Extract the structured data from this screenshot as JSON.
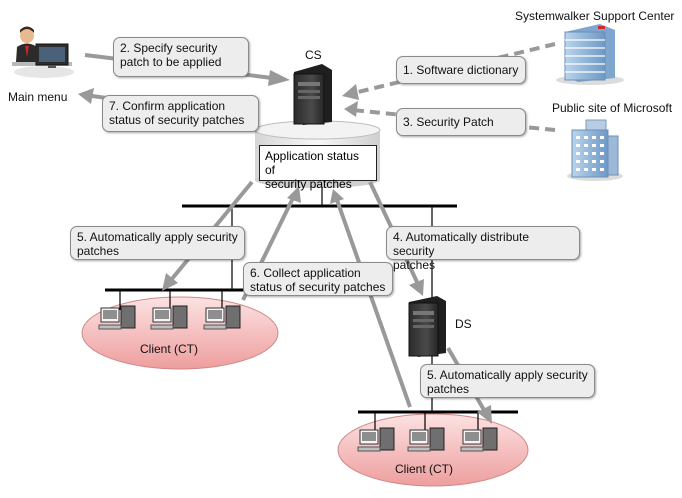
{
  "labels": {
    "systemwalker": "Systemwalker Support Center",
    "microsoft": "Public site of Microsoft",
    "main_menu": "Main menu",
    "cs": "CS",
    "ds": "DS",
    "client_left": "Client (CT)",
    "client_right": "Client (CT)"
  },
  "status_db": {
    "line1": "Application status of",
    "line2": "security patches"
  },
  "steps": {
    "step1": "1. Software dictionary",
    "step2_line1": "2. Specify security",
    "step2_line2": "patch to be applied",
    "step3": "3. Security Patch",
    "step4_line1": "4. Automatically distribute security",
    "step4_line2": "patches",
    "step5a_line1": "5. Automatically apply security",
    "step5a_line2": "patches",
    "step5b_line1": "5. Automatically apply security",
    "step5b_line2": "patches",
    "step6_line1": "6. Collect application",
    "step6_line2": "status of security patches",
    "step7_line1": "7. Confirm application",
    "step7_line2": "status of security patches"
  },
  "colors": {
    "arrow": "#999999",
    "client_area": "#f4b8b8",
    "box_fill": "#ededed",
    "network": "#000000"
  }
}
